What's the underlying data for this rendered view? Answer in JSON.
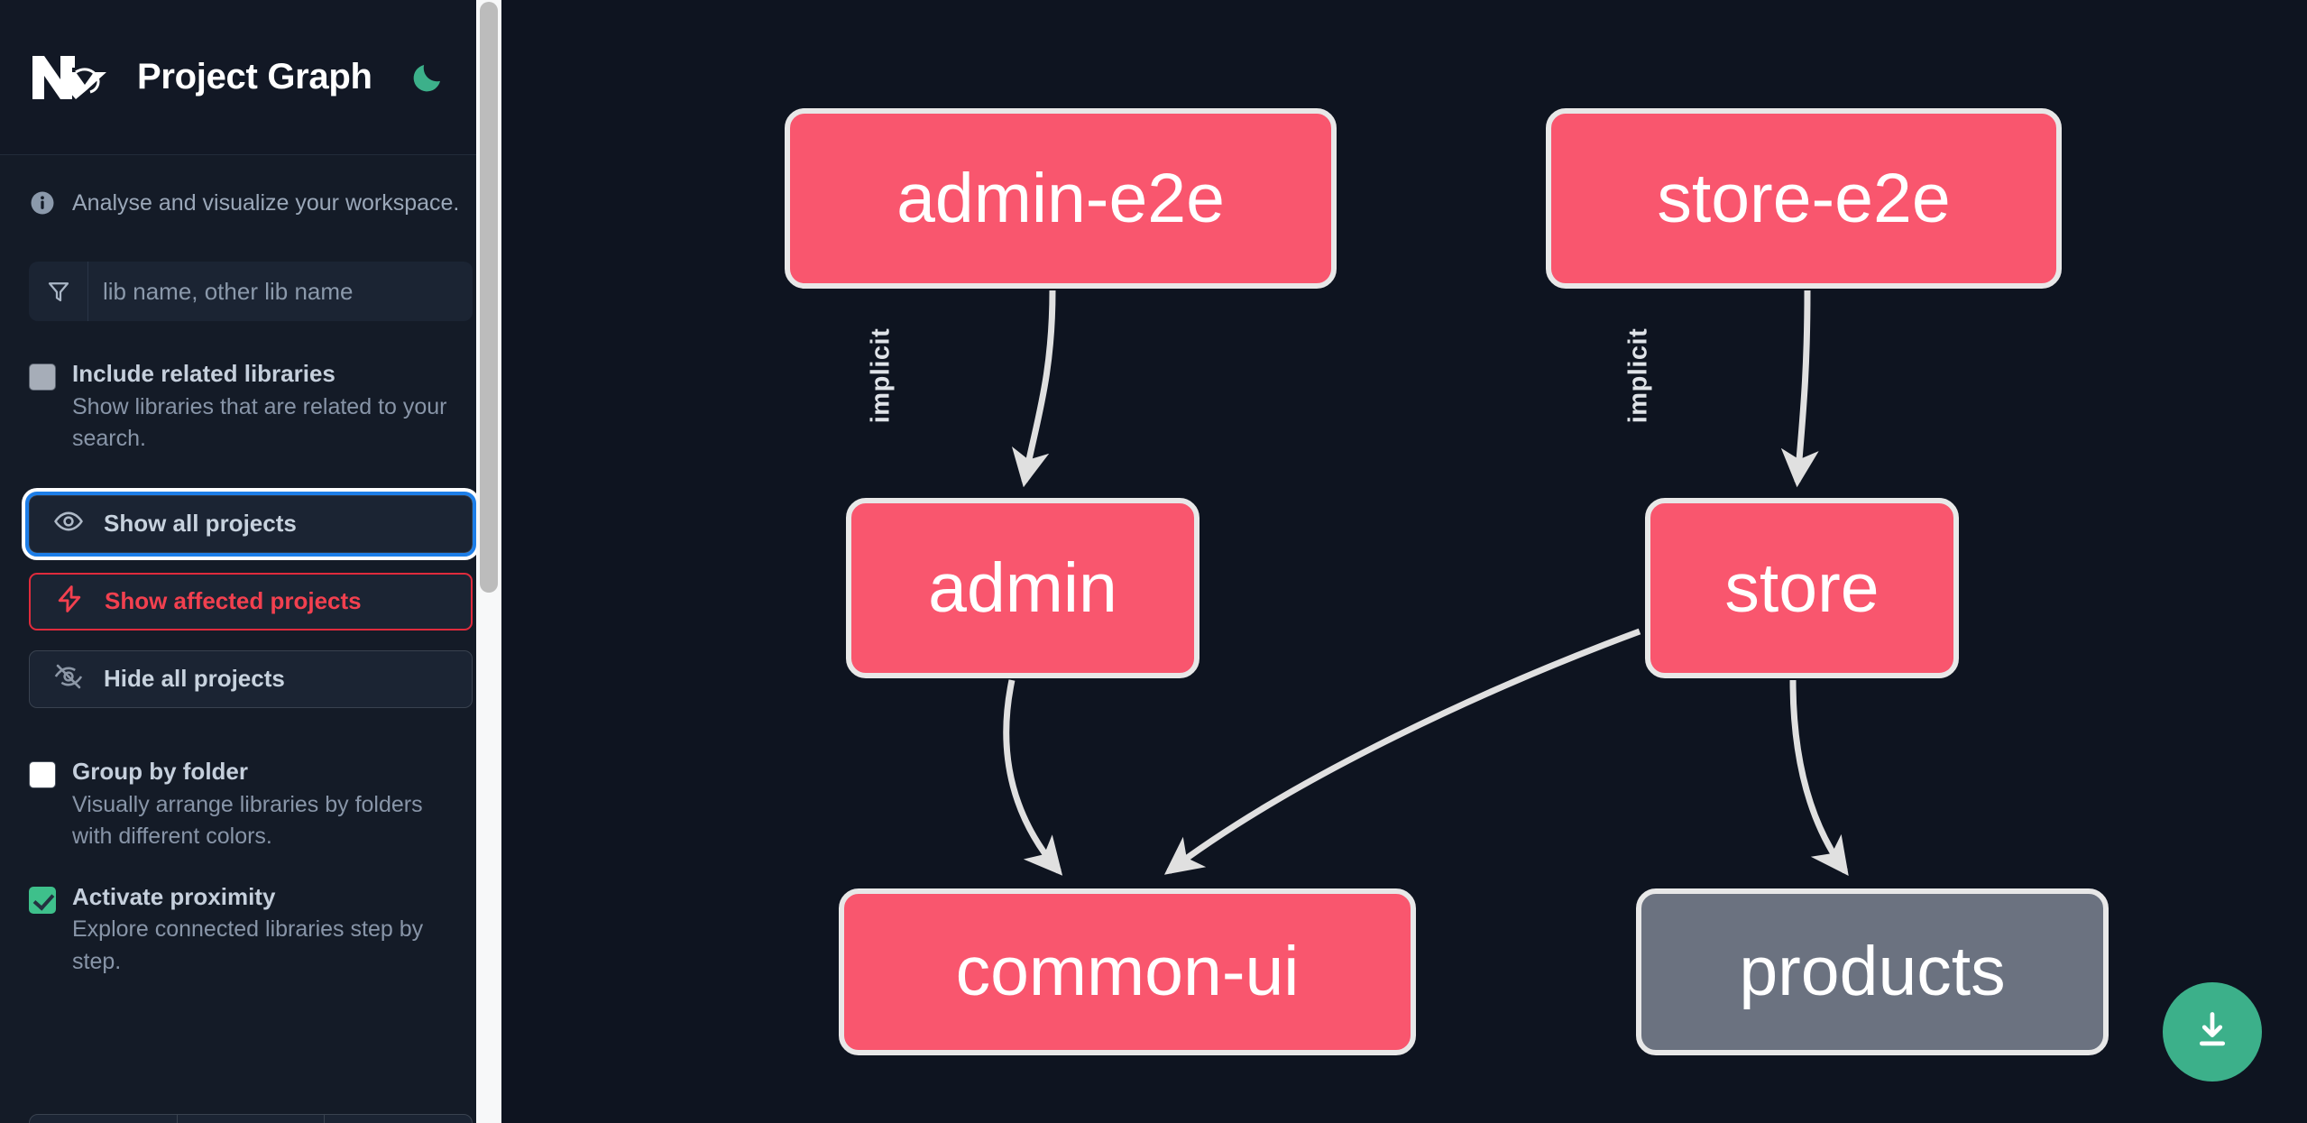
{
  "header": {
    "title": "Project Graph",
    "logo_icon": "nx-logo",
    "theme_toggle_icon": "moon-icon",
    "theme_toggle_color": "#3cb08a"
  },
  "info": {
    "icon": "info-circle-icon",
    "text": "Analyse and visualize your workspace."
  },
  "search": {
    "icon": "filter-funnel-icon",
    "placeholder": "lib name, other lib name",
    "value": ""
  },
  "options": [
    {
      "id": "include-related-libraries",
      "title": "Include related libraries",
      "description": "Show libraries that are related to your search.",
      "checked": false,
      "style": "grey"
    },
    {
      "id": "group-by-folder",
      "title": "Group by folder",
      "description": "Visually arrange libraries by folders with different colors.",
      "checked": false,
      "style": "white"
    },
    {
      "id": "activate-proximity",
      "title": "Activate proximity",
      "description": "Explore connected libraries step by step.",
      "checked": true,
      "style": "green"
    }
  ],
  "buttons": [
    {
      "id": "show-all-projects",
      "label": "Show all projects",
      "icon": "eye-icon",
      "state": "focused",
      "accent": "#1d7ee8"
    },
    {
      "id": "show-affected-projects",
      "label": "Show affected projects",
      "icon": "lightning-icon",
      "state": "danger",
      "accent": "#f2404f"
    },
    {
      "id": "hide-all-projects",
      "label": "Hide all projects",
      "icon": "eye-off-icon",
      "state": "default",
      "accent": "#39424f"
    }
  ],
  "download": {
    "icon": "download-icon",
    "color": "#3cb08a"
  },
  "graph": {
    "node_colors": {
      "app": "#f9566e",
      "lib": "#6b7280",
      "border": "#e8e8e8"
    },
    "edge_color": "#e0e0e0",
    "background": "#0e1420",
    "nodes": [
      {
        "id": "admin-e2e",
        "label": "admin-e2e",
        "type": "app"
      },
      {
        "id": "store-e2e",
        "label": "store-e2e",
        "type": "app"
      },
      {
        "id": "admin",
        "label": "admin",
        "type": "app"
      },
      {
        "id": "store",
        "label": "store",
        "type": "app"
      },
      {
        "id": "common-ui",
        "label": "common-ui",
        "type": "app"
      },
      {
        "id": "products",
        "label": "products",
        "type": "lib"
      }
    ],
    "edges": [
      {
        "from": "admin-e2e",
        "to": "admin",
        "label": "implicit"
      },
      {
        "from": "store-e2e",
        "to": "store",
        "label": "implicit"
      },
      {
        "from": "admin",
        "to": "common-ui",
        "label": ""
      },
      {
        "from": "store",
        "to": "common-ui",
        "label": ""
      },
      {
        "from": "store",
        "to": "products",
        "label": ""
      }
    ]
  },
  "scrollbar": {
    "orientation": "vertical"
  }
}
